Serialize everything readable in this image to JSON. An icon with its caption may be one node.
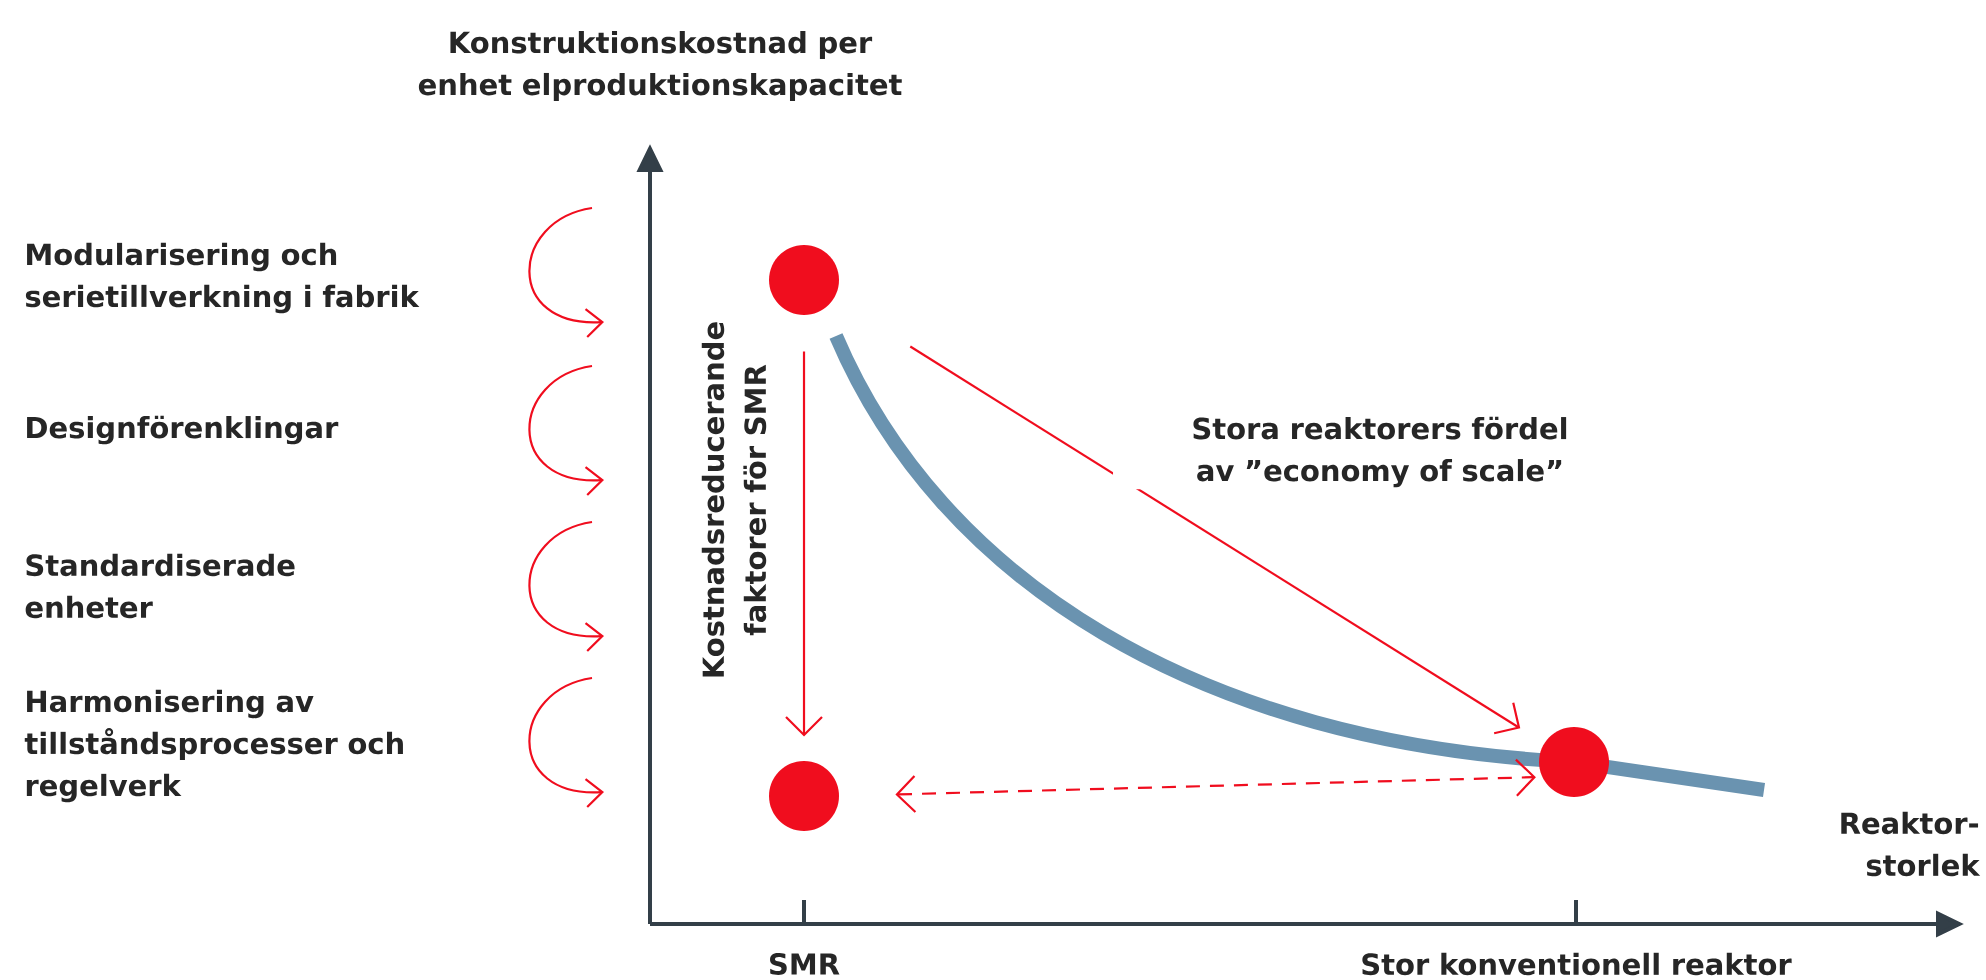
{
  "diagram": {
    "nodes": [
      {
        "text": [],
        "shape": "circle"
      },
      {
        "text": [],
        "shape": "circle"
      },
      {
        "text": [],
        "shape": "circle"
      }
    ],
    "edges": [
      {
        "from": 0,
        "to": 1,
        "arrow": "to",
        "label": "Kostnadsreducerande faktorer för SMR"
      },
      {
        "from": 0,
        "to": 2,
        "arrow": "to",
        "label": "Stora reaktorers fördel av ”economy of scale”"
      },
      {
        "from": 1,
        "to": 2,
        "arrow": "both",
        "style": "dashed"
      }
    ],
    "labels": [
      "Konstruktionskostnad per enhet elproduktionskapacitet",
      "Modularisering och serietillverkning i fabrik",
      "Designförenklingar",
      "Standardiserade enheter",
      "Harmonisering av tillståndsprocesser och regelverk",
      "Reaktor- storlek",
      "SMR",
      "Stor konventionell reaktor"
    ]
  }
}
